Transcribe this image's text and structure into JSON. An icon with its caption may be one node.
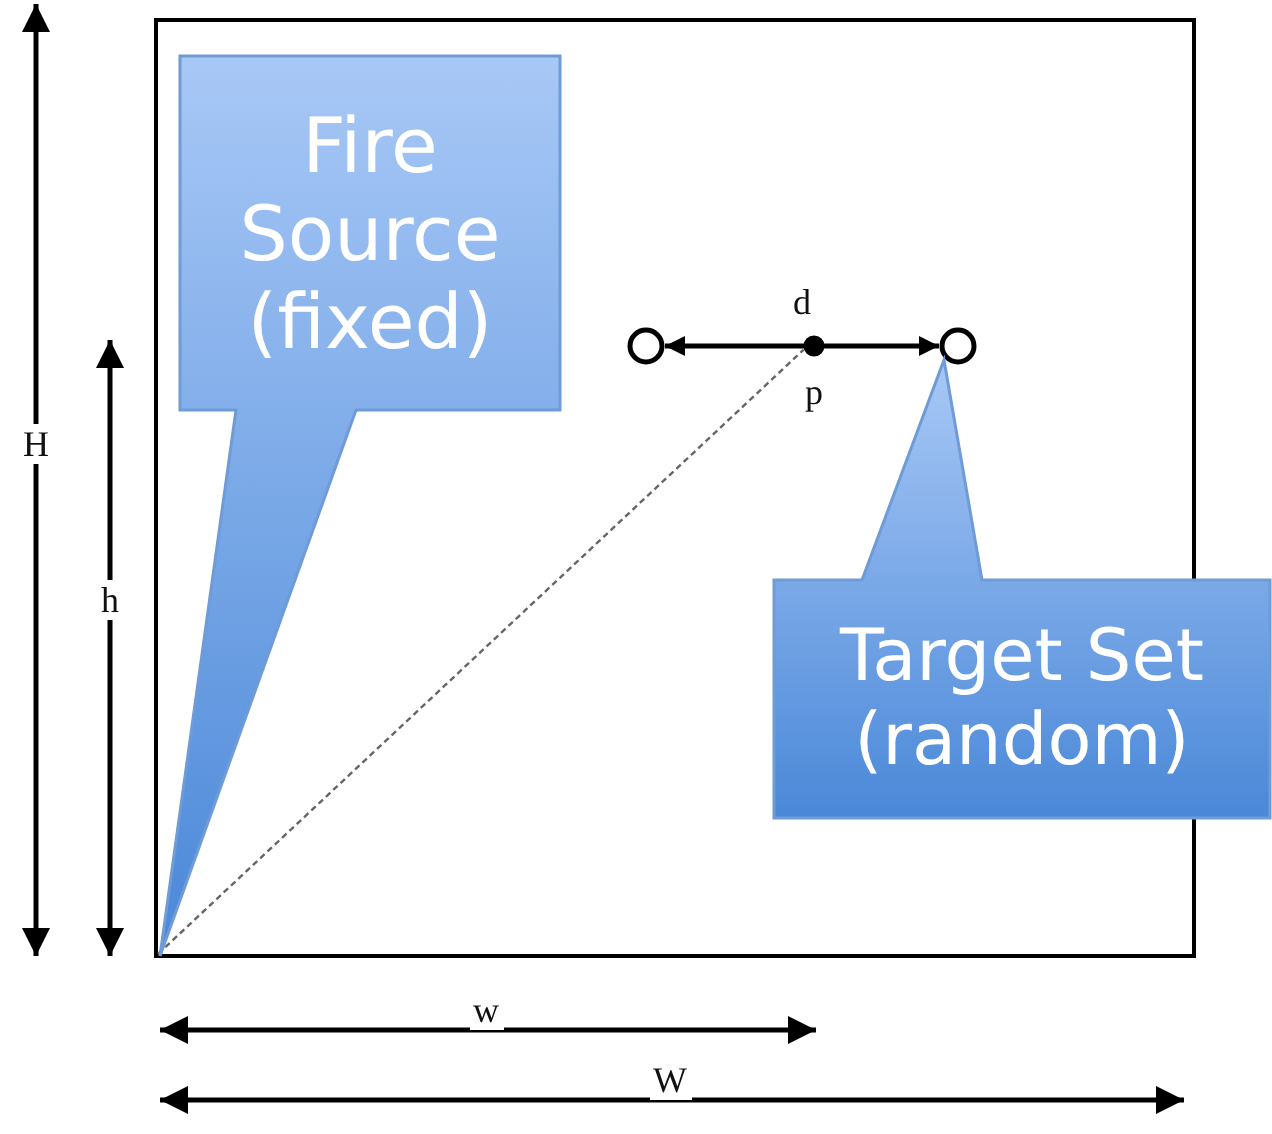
{
  "diagram": {
    "nodes": [
      {
        "text": [
          "Fire Source (fixed)"
        ]
      },
      {
        "text": [],
        "shape": "circle"
      },
      {
        "text": [],
        "shape": "circle"
      },
      {
        "text": [],
        "shape": "circle"
      },
      {
        "text": [
          "Target Set (random)"
        ]
      }
    ],
    "edges": [
      {
        "from": 1,
        "to": 3,
        "arrow": "both",
        "label": "d"
      },
      {
        "from": 0,
        "to": 2,
        "arrow": "none",
        "style": "dashed",
        "color": "#666666"
      }
    ],
    "labels": [
      "p",
      "H",
      "h",
      "w",
      "W"
    ]
  }
}
